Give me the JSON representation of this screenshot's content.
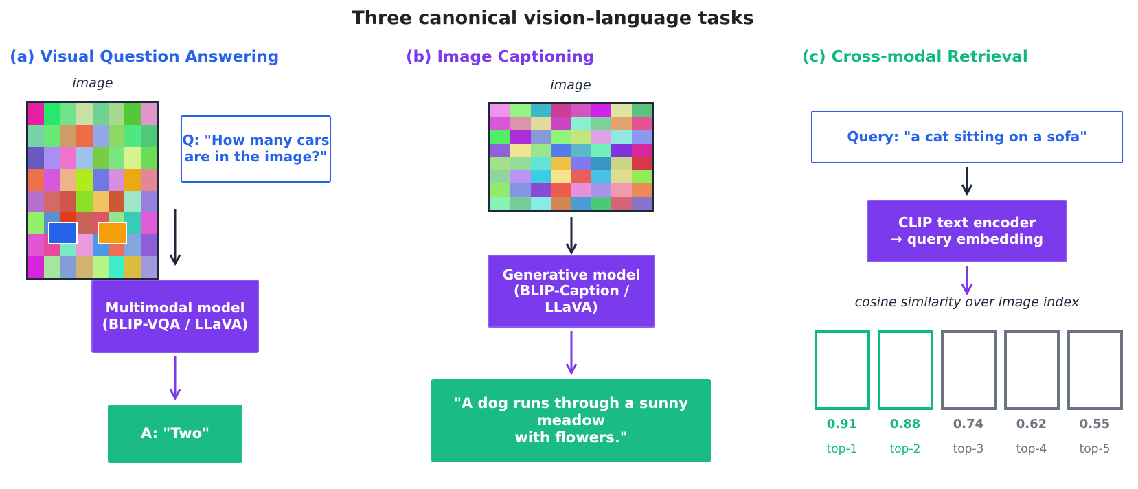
{
  "title": "Three canonical vision–language tasks",
  "colors": {
    "vqa_accent": "#2563eb",
    "caption_accent": "#7c3aed",
    "retrieval_accent": "#10b981",
    "model_fill": "#7c3aed",
    "output_fill": "#1bbc83",
    "neutral": "#6b7280",
    "dark": "#1e293b"
  },
  "vqa": {
    "heading": "(a) Visual Question Answering",
    "image_label": "image",
    "question": "Q: \"How many cars\nare in the image?\"",
    "model": "Multimodal model\n(BLIP-VQA / LLaVA)",
    "answer": "A: \"Two\"",
    "car_colors": [
      "#2563eb",
      "#f59e0b"
    ]
  },
  "caption": {
    "heading": "(b) Image Captioning",
    "image_label": "image",
    "model": "Generative model\n(BLIP-Caption / LLaVA)",
    "output": "\"A dog runs through a sunny meadow\nwith flowers.\""
  },
  "retrieval": {
    "heading": "(c) Cross-modal Retrieval",
    "query": "Query: \"a cat sitting on a sofa\"",
    "encoder": "CLIP text encoder\n→ query embedding",
    "note": "cosine similarity over image index",
    "candidates": [
      {
        "score": "0.91",
        "rank": "top-1",
        "hit": true
      },
      {
        "score": "0.88",
        "rank": "top-2",
        "hit": true
      },
      {
        "score": "0.74",
        "rank": "top-3",
        "hit": false
      },
      {
        "score": "0.62",
        "rank": "top-4",
        "hit": false
      },
      {
        "score": "0.55",
        "rank": "top-5",
        "hit": false
      }
    ]
  }
}
